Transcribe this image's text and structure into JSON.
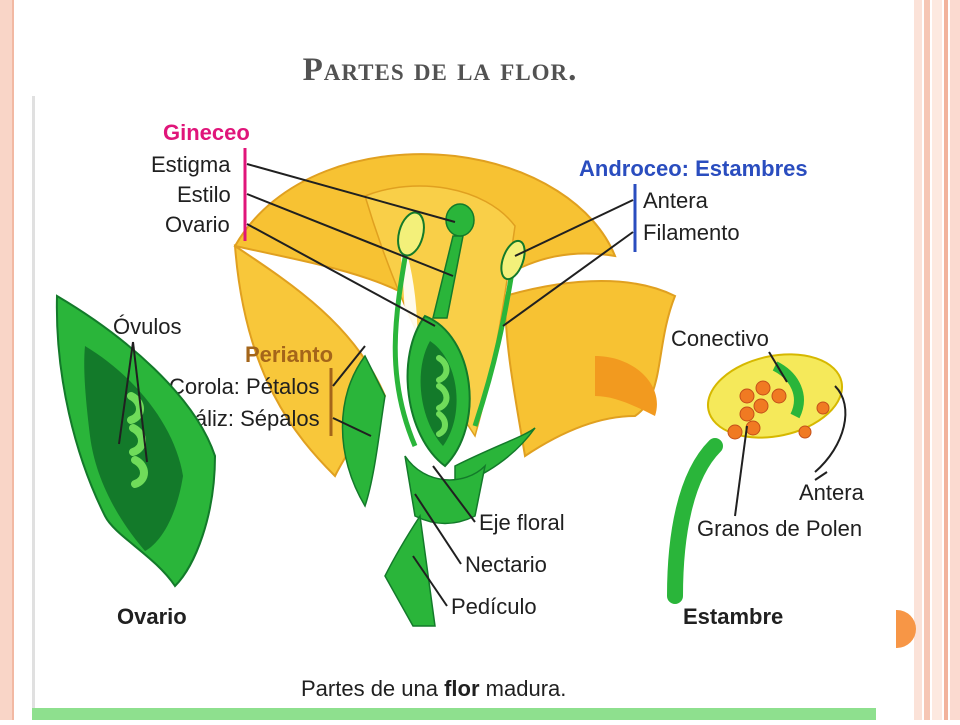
{
  "slide": {
    "title": "Partes de la flor."
  },
  "diagram": {
    "caption_prefix": "Partes de una ",
    "caption_bold": "flor",
    "caption_suffix": " madura.",
    "gineceo": {
      "heading": "Gineceo",
      "parts": [
        "Estigma",
        "Estilo",
        "Ovario"
      ]
    },
    "androceo": {
      "heading": "Androceo: Estambres",
      "parts": [
        "Antera",
        "Filamento"
      ]
    },
    "perianto": {
      "heading": "Perianto",
      "parts": [
        "Corola: Pétalos",
        "Cáliz: Sépalos"
      ]
    },
    "lower_labels": [
      "Eje floral",
      "Nectario",
      "Pedículo"
    ],
    "ovario_detail": {
      "ovulos_label": "Óvulos",
      "title": "Ovario"
    },
    "estambre_detail": {
      "conectivo_label": "Conectivo",
      "antera_label": "Antera",
      "polen_label": "Granos de Polen",
      "title": "Estambre"
    },
    "colors": {
      "gineceo": "#e0157a",
      "androceo": "#2a4dbf",
      "perianto": "#a4651a",
      "petal": "#f7c233",
      "green": "#2ab53a",
      "dark_green": "#137a2a"
    }
  }
}
